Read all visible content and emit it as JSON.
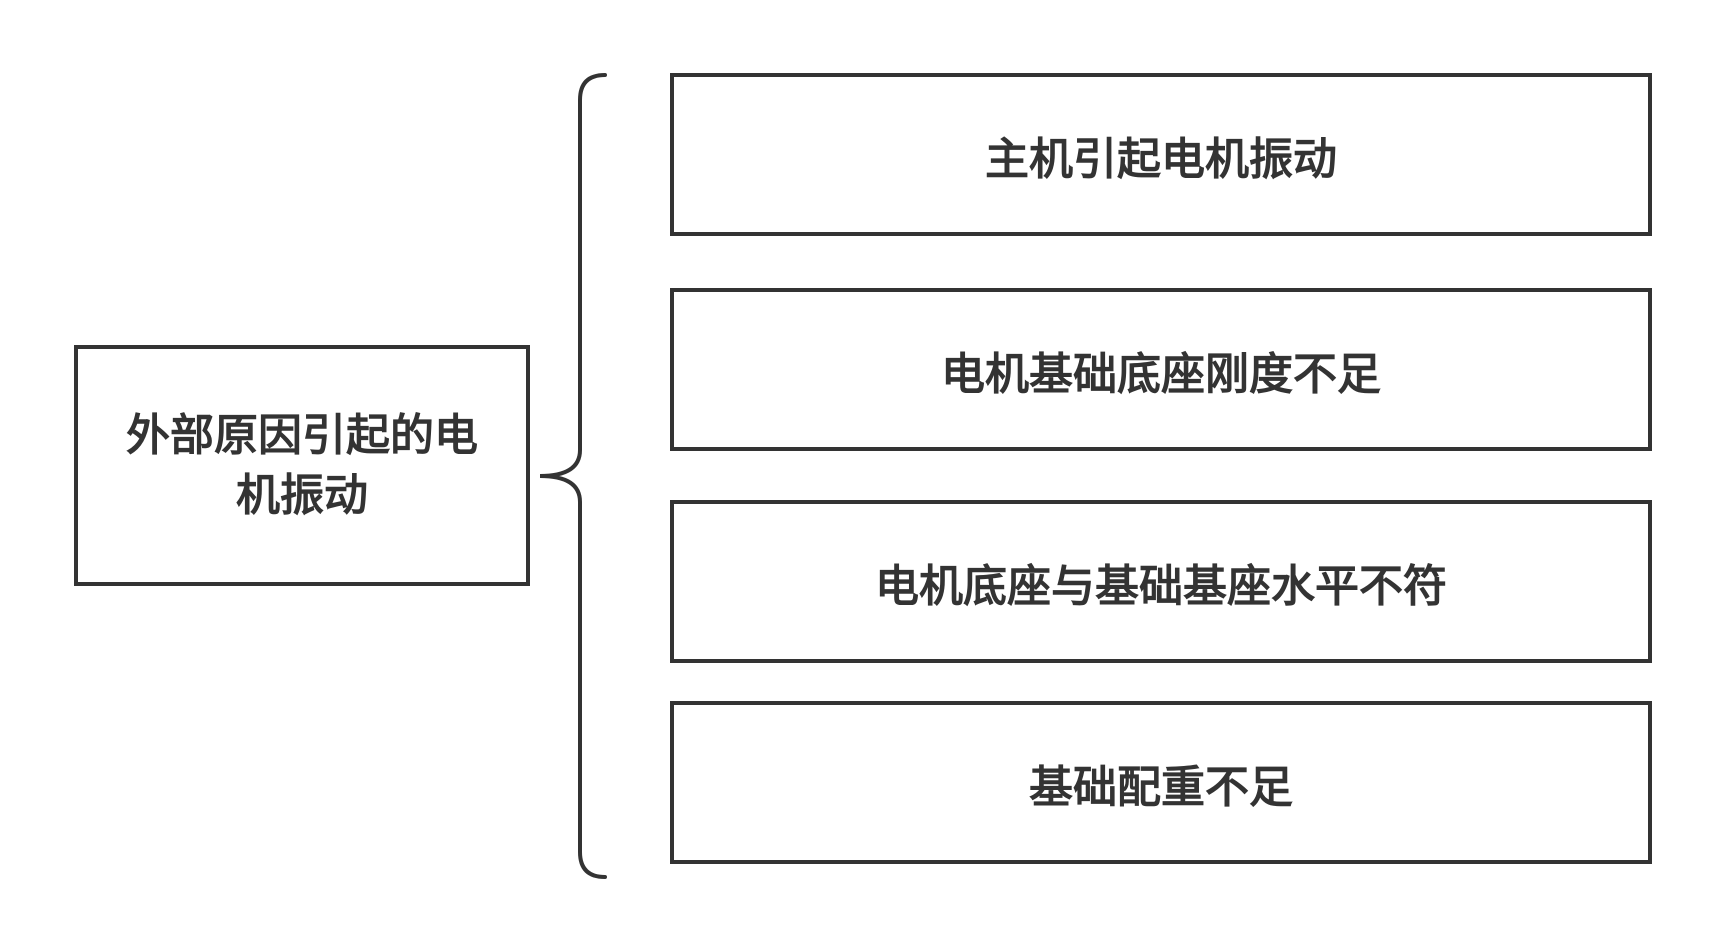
{
  "root": {
    "label": "外部原因引起的电机振动"
  },
  "children": [
    {
      "label": "主机引起电机振动"
    },
    {
      "label": "电机基础底座刚度不足"
    },
    {
      "label": "电机底座与基础基座水平不符"
    },
    {
      "label": "基础配重不足"
    }
  ],
  "colors": {
    "stroke": "#333333",
    "text": "#333333",
    "background": "#ffffff"
  }
}
